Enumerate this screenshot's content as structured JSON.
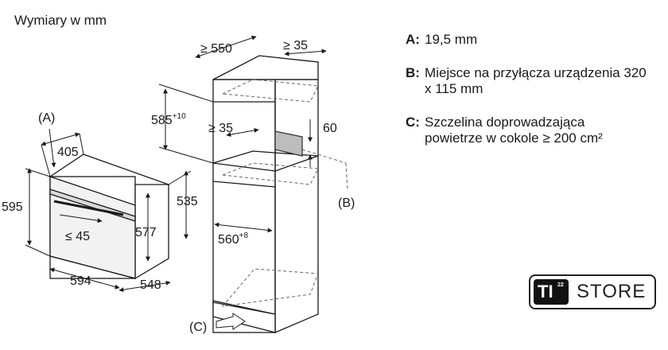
{
  "title": "Wymiary w mm",
  "oven_dims": {
    "label_a": "(A)",
    "width_405": "405",
    "height_595": "595",
    "inner_le45": "≤ 45",
    "height_577": "577",
    "height_535": "535",
    "width_594": "594",
    "depth_548": "548"
  },
  "cabinet_dims": {
    "depth_550": "≥ 550",
    "gap_35_top": "≥ 35",
    "height_585": "585",
    "height_585_tol": "+10",
    "gap_35_mid": "≥ 35",
    "vent_60": "60",
    "label_b": "(B)",
    "width_560": "560",
    "width_560_tol": "+8",
    "label_c": "(C)"
  },
  "legend": [
    {
      "key": "A:",
      "text": "19,5 mm"
    },
    {
      "key": "B:",
      "text": "Miejsce na przyłącza urządzenia 320 x 115 mm"
    },
    {
      "key": "C:",
      "text": "Szczelina doprowadzająca powietrze w cokole ≥ 200 cm²"
    }
  ],
  "logo": {
    "mark": "TI",
    "mark_sup": "22",
    "word": "STORE"
  },
  "colors": {
    "line": "#1a1a1a",
    "dashed": "#555555"
  }
}
